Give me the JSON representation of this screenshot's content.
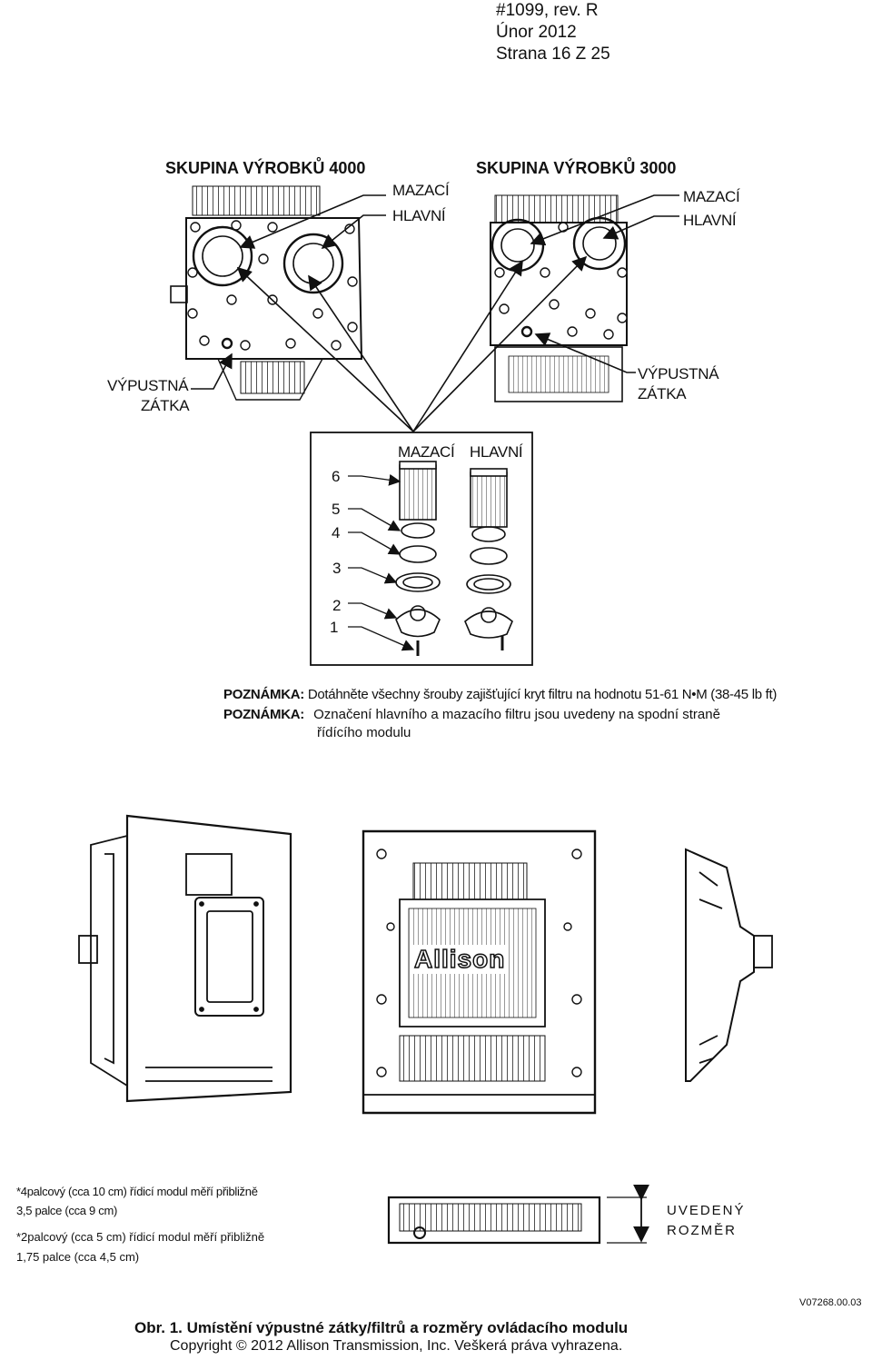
{
  "header": {
    "line1": "#1099, rev. R",
    "line2": "Únor 2012",
    "line3": "Strana 16 Z 25"
  },
  "top_figure": {
    "group_4000_title": "SKUPINA VÝROBKŮ 4000",
    "group_3000_title": "SKUPINA VÝROBKŮ 3000",
    "label_mazaci": "MAZACÍ",
    "label_hlavni": "HLAVNÍ",
    "drain_plug_line1": "VÝPUSTNÁ",
    "drain_plug_line2": "ZÁTKA"
  },
  "filter_detail": {
    "label_mazaci": "MAZACÍ",
    "label_hlavni": "HLAVNÍ",
    "part_numbers": [
      "6",
      "5",
      "4",
      "3",
      "2",
      "1"
    ]
  },
  "notes": [
    {
      "label": "POZNÁMKA:",
      "text": "Dotáhněte všechny šrouby zajišťující kryt filtru na hodnotu 51-61 N•M (38-45 lb ft)"
    },
    {
      "label": "POZNÁMKA:",
      "text": "Označení hlavního a mazacího filtru jsou uvedeny na spodní straně",
      "text_cont": "řídícího modulu"
    }
  ],
  "brand_logo_text": "Allison",
  "footnotes": {
    "fn1_line1": "*4palcový (cca 10 cm) řídicí modul měří přibližně",
    "fn1_line2": "3,5 palce (cca 9 cm)",
    "fn2_line1": "*2palcový (cca 5 cm) řídicí modul měří přibližně",
    "fn2_line2": "1,75 palce (cca 4,5 cm)"
  },
  "dimension_label": {
    "line1": "UVEDENÝ",
    "line2": "ROZMĚR"
  },
  "figure_code": "V07268.00.03",
  "caption": "Obr. 1. Umístění výpustné zátky/filtrů a rozměry ovládacího modulu",
  "copyright": "Copyright © 2012 Allison Transmission, Inc. Veškerá práva vyhrazena."
}
